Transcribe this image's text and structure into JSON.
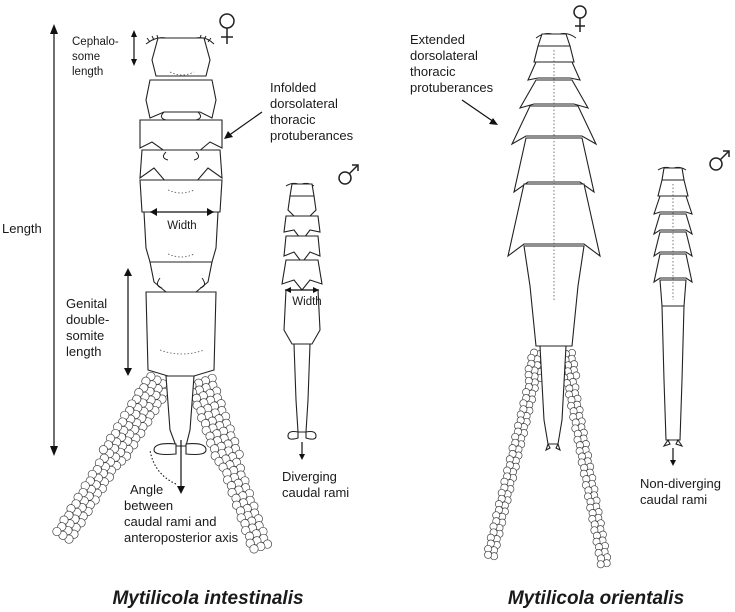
{
  "labels": {
    "cephalosome_line1": "Cephalo-",
    "cephalosome_line2": "some",
    "cephalosome_line3": "length",
    "length": "Length",
    "infolded_line1": "Infolded",
    "infolded_line2": "dorsolateral",
    "infolded_line3": "thoracic",
    "infolded_line4": "protuberances",
    "width_female": "Width",
    "width_male": "Width",
    "genital_line1": "Genital",
    "genital_line2": "double-",
    "genital_line3": "somite",
    "genital_line4": "length",
    "angle_line1": "Angle",
    "angle_line2": "between",
    "angle_line3": "caudal rami and",
    "angle_line4": "anteroposterior axis",
    "diverging_line1": "Diverging",
    "diverging_line2": "caudal rami",
    "extended_line1": "Extended",
    "extended_line2": "dorsolateral",
    "extended_line3": "thoracic",
    "extended_line4": "protuberances",
    "nondiverging_line1": "Non-diverging",
    "nondiverging_line2": "caudal rami"
  },
  "species": {
    "left": "Mytilicola intestinalis",
    "right": "Mytilicola orientalis"
  },
  "symbols": [
    "female-symbol",
    "male-symbol",
    "female-symbol",
    "male-symbol"
  ]
}
